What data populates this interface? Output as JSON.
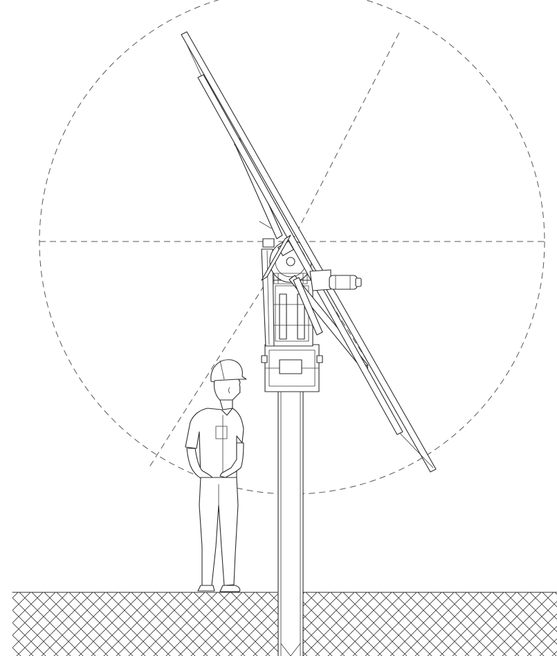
{
  "diagram": {
    "subject": "solar-tracker-elevation-view",
    "colors": {
      "line": "#2b2b2b",
      "dash": "#555555",
      "background": "#ffffff"
    },
    "elements": [
      "sweep-circle",
      "ground-hatch",
      "post",
      "mount-head",
      "panel-array",
      "actuator-motor",
      "person-figure"
    ]
  }
}
